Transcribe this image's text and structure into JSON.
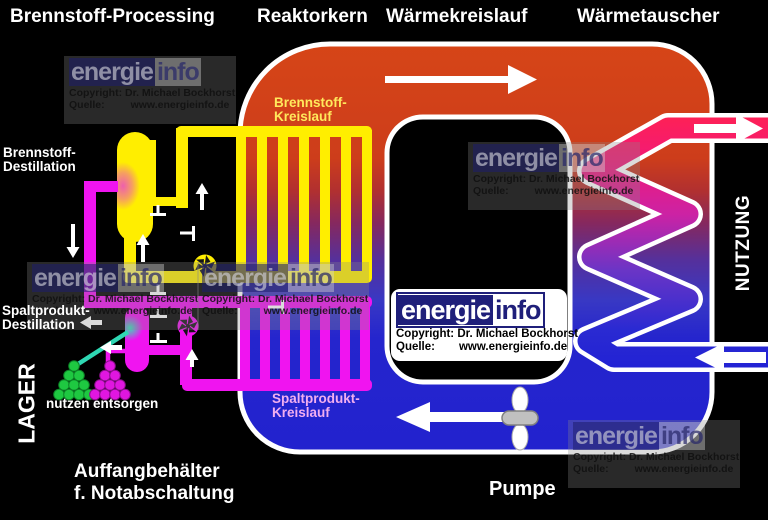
{
  "headers": {
    "processing": "Brennstoff-Processing",
    "core": "Reaktorkern",
    "heat_loop": "Wärmekreislauf",
    "exchanger": "Wärmetauscher"
  },
  "labels": {
    "fuel_distillation": [
      "Brennstoff-",
      "Destillation"
    ],
    "fission_distillation": [
      "Spaltprodukt-",
      "Destillation"
    ],
    "fuel_loop": [
      "Brennstoff-",
      "Kreislauf"
    ],
    "fission_loop": [
      "Spaltprodukt-",
      "Kreislauf"
    ],
    "storage": "LAGER",
    "usage": "NUTZUNG",
    "use": "nutzen",
    "dispose": "entsorgen",
    "pump": "Pumpe",
    "catch_tank_line1": "Auffangbehälter",
    "catch_tank_line2": "f. Notabschaltung"
  },
  "brand": {
    "name_left": "energie",
    "name_right": "info",
    "copyright": "Copyright: Dr. Michael Bockhorst",
    "source_label": "Quelle:",
    "source_value": "www.energieinfo.de"
  },
  "colors": {
    "hot": "#d64517",
    "cold": "#2222ce",
    "fuel_circuit": "#ffee00",
    "fission_circuit": "#f014f0",
    "reuse_green": "#1ec841",
    "dispose_magenta": "#e016e0",
    "brand_navy": "#1f1f7a"
  }
}
